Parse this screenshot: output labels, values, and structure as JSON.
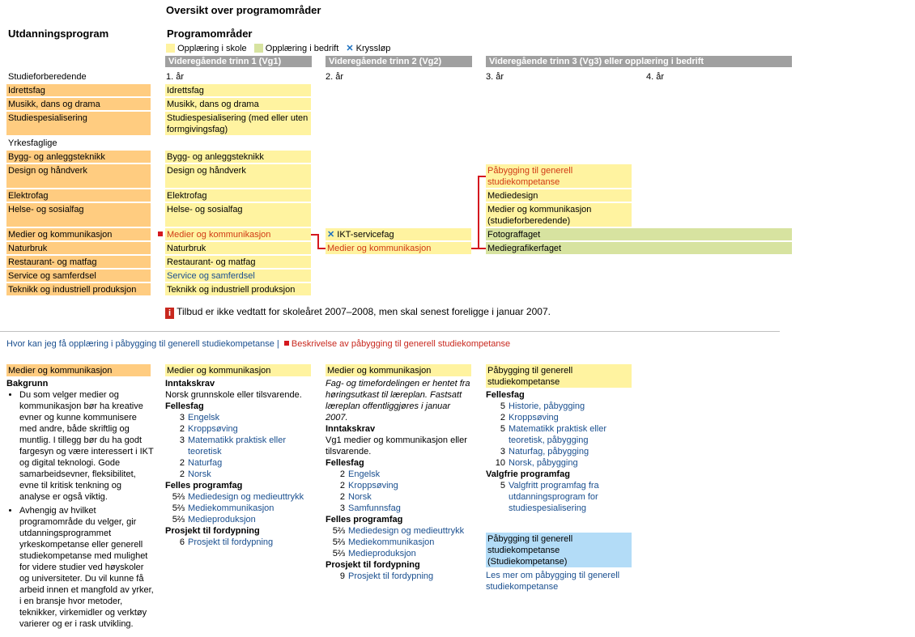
{
  "page_title": "Oversikt over programområder",
  "left_heading": "Utdanningsprogram",
  "mid_heading": "Programområder",
  "legend": {
    "school": "Opplæring i skole",
    "company": "Opplæring i bedrift",
    "cross": "Kryssløp"
  },
  "colors": {
    "orange": "#ffcc80",
    "yellow": "#fff3a0",
    "green": "#d7e3a0",
    "blue": "#b3dcf7",
    "gray": "#a0a0a0",
    "red": "#d4181e",
    "link": "#1a4f8f"
  },
  "levels": {
    "vg1": "Videregående trinn 1 (Vg1)",
    "vg2": "Videregående trinn 2 (Vg2)",
    "vg3": "Videregående trinn 3 (Vg3) eller opplæring i bedrift"
  },
  "years": {
    "y1": "1. år",
    "y2": "2. år",
    "y3": "3. år",
    "y4": "4. år"
  },
  "groups": {
    "studieforberedende": "Studieforberedende",
    "yrkesfaglige": "Yrkesfaglige"
  },
  "programs": [
    "Idrettsfag",
    "Musikk, dans og drama",
    "Studiespesialisering",
    "Bygg- og anleggsteknikk",
    "Design og håndverk",
    "Elektrofag",
    "Helse- og sosialfag",
    "Medier og kommunikasjon",
    "Naturbruk",
    "Restaurant- og matfag",
    "Service og samferdsel",
    "Teknikk og industriell produksjon"
  ],
  "vg1": [
    "Idrettsfag",
    "Musikk, dans og drama",
    "Studiespesialisering (med eller uten formgivingsfag)",
    "Bygg- og anleggsteknikk",
    "Design og håndverk",
    "Elektrofag",
    "Helse- og sosialfag",
    "Medier og kommunikasjon",
    "Naturbruk",
    "Restaurant- og matfag",
    "Service og samferdsel",
    "Teknikk og industriell produksjon"
  ],
  "vg2": {
    "ikt": "IKT-servicefag",
    "medier": "Medier og kommunikasjon"
  },
  "vg3": {
    "pabygg": "Påbygging til generell studiekompetanse",
    "mediedesign": "Mediedesign",
    "medier_studie": "Medier og kommunikasjon (studieforberedende)",
    "foto": "Fotograffaget",
    "mediegrafiker": "Mediegrafikerfaget"
  },
  "notice": "Tilbud er ikke vedtatt for skoleåret 2007–2008, men skal senest foreligge i januar 2007.",
  "links": {
    "where": "Hvor kan jeg få opplæring i påbygging til generell studiekompetanse |",
    "desc": "Beskrivelse av påbygging til generell studiekompetanse"
  },
  "detail": {
    "col1": {
      "title": "Medier og kommunikasjon",
      "heading": "Bakgrunn",
      "bullets": [
        "Du som velger medier og kommunikasjon bør ha kreative evner og kunne kommunisere med andre, både skriftlig og muntlig. I tillegg bør du ha godt fargesyn og være interessert i IKT og digital teknologi. Gode samarbeidsevner, fleksibilitet, evne til kritisk tenkning og analyse er også viktig.",
        "Avhengig av hvilket programområde du velger, gir utdanningsprogrammet yrkeskompetanse eller generell studiekompetanse med mulighet for videre studier ved høyskoler og universiteter. Du vil kunne få arbeid innen et mangfold av yrker, i en bransje hvor metoder, teknikker, virkemidler og verktøy varierer og er i rask utvikling."
      ]
    },
    "col2": {
      "title": "Medier og kommunikasjon",
      "inntak_h": "Inntakskrav",
      "inntak": "Norsk grunnskole eller tilsvarende.",
      "felles_h": "Fellesfag",
      "felles": [
        {
          "n": "3",
          "t": "Engelsk"
        },
        {
          "n": "2",
          "t": "Kroppsøving"
        },
        {
          "n": "3",
          "t": "Matematikk praktisk eller teoretisk"
        },
        {
          "n": "2",
          "t": "Naturfag"
        },
        {
          "n": "2",
          "t": "Norsk"
        }
      ],
      "program_h": "Felles programfag",
      "program": [
        {
          "n": "5⅔",
          "t": "Mediedesign og medieuttrykk"
        },
        {
          "n": "5⅔",
          "t": "Mediekommunikasjon"
        },
        {
          "n": "5⅔",
          "t": "Medieproduksjon"
        }
      ],
      "prosjekt_h": "Prosjekt til fordypning",
      "prosjekt": [
        {
          "n": "6",
          "t": "Prosjekt til fordypning"
        }
      ]
    },
    "col3": {
      "title": "Medier og kommunikasjon",
      "note": "Fag- og timefordelingen er hentet fra høringsutkast til læreplan. Fastsatt læreplan offentliggjøres i januar 2007.",
      "inntak_h": "Inntakskrav",
      "inntak": "Vg1 medier og kommunikasjon eller tilsvarende.",
      "felles_h": "Fellesfag",
      "felles": [
        {
          "n": "2",
          "t": "Engelsk"
        },
        {
          "n": "2",
          "t": "Kroppsøving"
        },
        {
          "n": "2",
          "t": "Norsk"
        },
        {
          "n": "3",
          "t": "Samfunnsfag"
        }
      ],
      "program_h": "Felles programfag",
      "program": [
        {
          "n": "5⅔",
          "t": "Mediedesign og medieuttrykk"
        },
        {
          "n": "5⅔",
          "t": "Mediekommunikasjon"
        },
        {
          "n": "5⅔",
          "t": "Medieproduksjon"
        }
      ],
      "prosjekt_h": "Prosjekt til fordypning",
      "prosjekt": [
        {
          "n": "9",
          "t": "Prosjekt til fordypning"
        }
      ]
    },
    "col4": {
      "title": "Påbygging til generell studiekompetanse",
      "felles_h": "Fellesfag",
      "felles": [
        {
          "n": "5",
          "t": "Historie, påbygging"
        },
        {
          "n": "2",
          "t": "Kroppsøving"
        },
        {
          "n": "5",
          "t": "Matematikk praktisk eller teoretisk, påbygging"
        },
        {
          "n": "3",
          "t": "Naturfag, påbygging"
        },
        {
          "n": "10",
          "t": "Norsk, påbygging"
        }
      ],
      "valgfrie_h": "Valgfrie programfag",
      "valgfrie": [
        {
          "n": "5",
          "t": "Valgfritt programfag fra utdanningsprogram for studiespesialisering"
        }
      ],
      "result": "Påbygging til generell studiekompetanse (Studiekompetanse)",
      "more": "Les mer om påbygging til generell studiekompetanse"
    }
  }
}
